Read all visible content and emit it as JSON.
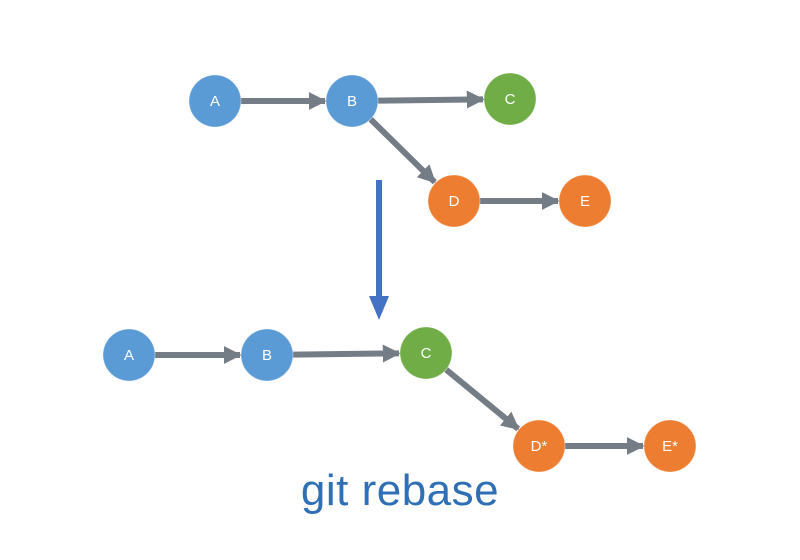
{
  "caption": "git rebase",
  "colors": {
    "blue": "#5b9bd5",
    "green": "#70ad47",
    "orange": "#ed7d31",
    "edge": "#747d86",
    "transform_arrow": "#4472c4",
    "caption": "#2e6fb5"
  },
  "before": {
    "nodes": [
      {
        "id": "A",
        "label": "A",
        "color": "blue"
      },
      {
        "id": "B",
        "label": "B",
        "color": "blue"
      },
      {
        "id": "C",
        "label": "C",
        "color": "green"
      },
      {
        "id": "D",
        "label": "D",
        "color": "orange"
      },
      {
        "id": "E",
        "label": "E",
        "color": "orange"
      }
    ],
    "edges": [
      [
        "A",
        "B"
      ],
      [
        "B",
        "C"
      ],
      [
        "B",
        "D"
      ],
      [
        "D",
        "E"
      ]
    ]
  },
  "after": {
    "nodes": [
      {
        "id": "A",
        "label": "A",
        "color": "blue"
      },
      {
        "id": "B",
        "label": "B",
        "color": "blue"
      },
      {
        "id": "C",
        "label": "C",
        "color": "green"
      },
      {
        "id": "D*",
        "label": "D*",
        "color": "orange"
      },
      {
        "id": "E*",
        "label": "E*",
        "color": "orange"
      }
    ],
    "edges": [
      [
        "A",
        "B"
      ],
      [
        "B",
        "C"
      ],
      [
        "C",
        "D*"
      ],
      [
        "D*",
        "E*"
      ]
    ]
  }
}
